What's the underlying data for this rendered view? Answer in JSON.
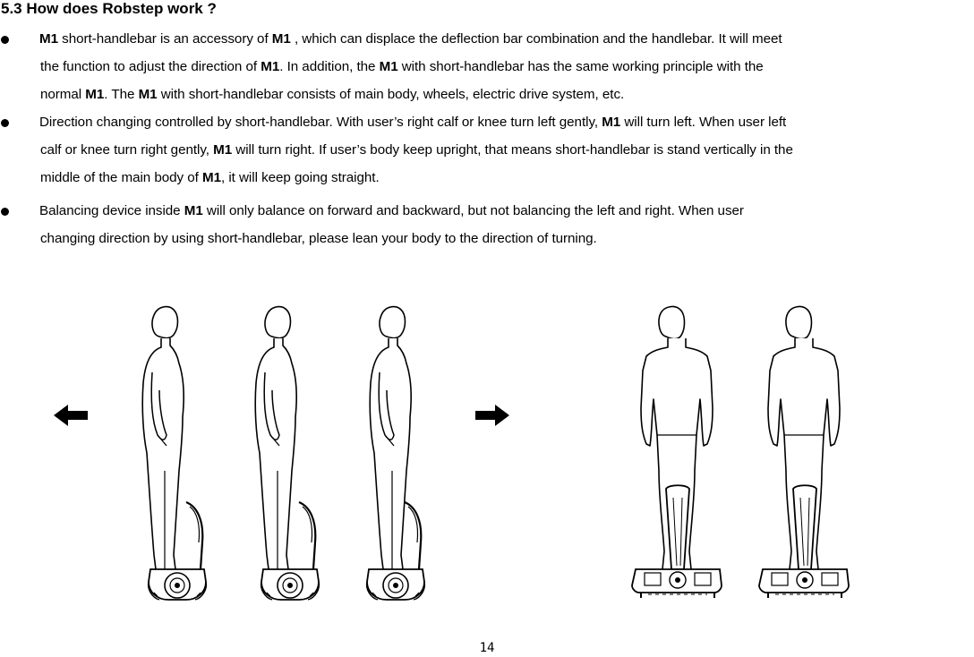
{
  "heading": "5.3 How does Robstep work ?",
  "model": "M1",
  "bullets": [
    {
      "lines": [
        [
          {
            "t": "M1",
            "b": true
          },
          {
            "t": " short-handlebar is an accessory of "
          },
          {
            "t": "M1",
            "b": true
          },
          {
            "t": " , which can displace the deflection bar combination and the handlebar. It will meet"
          }
        ],
        [
          {
            "t": "the function to adjust the direction of "
          },
          {
            "t": "M1",
            "b": true
          },
          {
            "t": ". In addition, the "
          },
          {
            "t": "M1",
            "b": true
          },
          {
            "t": " with short-handlebar has the same working principle with the"
          }
        ],
        [
          {
            "t": "normal "
          },
          {
            "t": "M1",
            "b": true
          },
          {
            "t": ".    The "
          },
          {
            "t": "M1",
            "b": true
          },
          {
            "t": " with short-handlebar consists of main body, wheels, electric drive system, etc."
          }
        ]
      ]
    },
    {
      "lines": [
        [
          {
            "t": "Direction changing controlled by short-handlebar. With user’s right calf or knee turn left gently, "
          },
          {
            "t": "M1",
            "b": true
          },
          {
            "t": " will turn left. When user left"
          }
        ],
        [
          {
            "t": "calf or knee turn right gently, "
          },
          {
            "t": "M1",
            "b": true
          },
          {
            "t": " will turn right. If user’s body keep upright, that means short-handlebar is stand vertically in the"
          }
        ],
        [
          {
            "t": "middle of the main body of "
          },
          {
            "t": "M1",
            "b": true
          },
          {
            "t": ", it will keep going straight."
          }
        ]
      ]
    },
    {
      "lines": [
        [
          {
            "t": "Balancing device inside "
          },
          {
            "t": "M1",
            "b": true
          },
          {
            "t": " will only balance on forward and backward, but not balancing the left and right. When user"
          }
        ],
        [
          {
            "t": "changing direction by using short-handlebar, please lean your body to the direction of turning."
          }
        ]
      ]
    }
  ],
  "figures": {
    "left_arrow_icon": "arrow-left-icon",
    "right_arrow_icon": "arrow-right-icon",
    "side_view_count": 3,
    "front_view_count": 2
  },
  "page_number": "14"
}
